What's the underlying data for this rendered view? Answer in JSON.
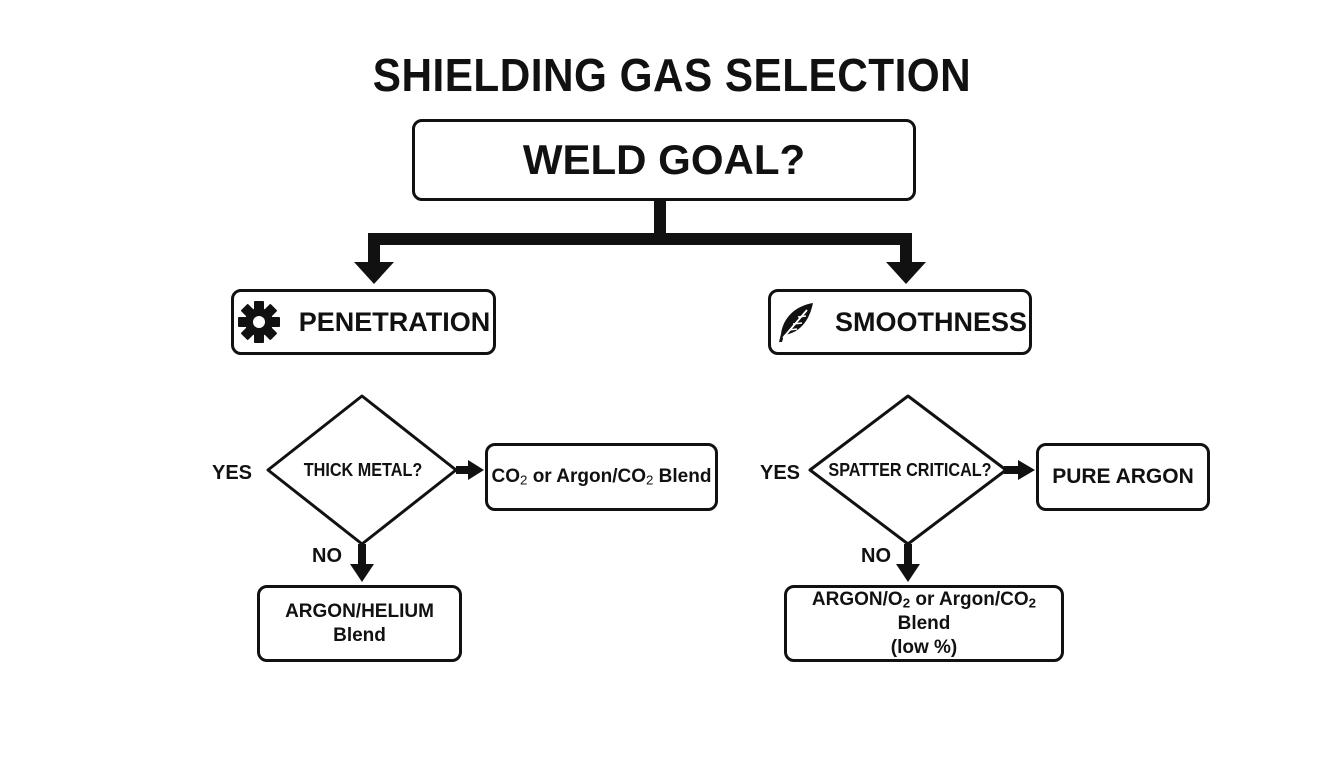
{
  "title": "SHIELDING GAS SELECTION",
  "root": {
    "label": "WELD GOAL?"
  },
  "branches": {
    "penetration": {
      "label": "PENETRATION",
      "icon": "gear-icon"
    },
    "smoothness": {
      "label": "SMOOTHNESS",
      "icon": "feather-icon"
    }
  },
  "decisions": {
    "penetration": {
      "question": "THICK METAL?",
      "yes_label": "YES",
      "no_label": "NO",
      "yes_result": {
        "line1_pre": "CO",
        "line1_sub1": "2",
        "line1_mid": " or Argon/CO",
        "line1_sub2": "2",
        "line1_post": " Blend"
      },
      "no_result": {
        "line1": "ARGON/HELIUM",
        "line2": "Blend"
      }
    },
    "smoothness": {
      "question": "SPATTER CRITICAL?",
      "yes_label": "YES",
      "no_label": "NO",
      "yes_result": {
        "line1": "PURE ARGON"
      },
      "no_result": {
        "line1_pre": "ARGON/O",
        "line1_sub1": "2",
        "line1_mid": " or Argon/CO",
        "line1_sub2": "2",
        "line1_post": " Blend",
        "line2": "(low %)"
      }
    }
  },
  "colors": {
    "stroke": "#111111",
    "background": "#ffffff"
  }
}
